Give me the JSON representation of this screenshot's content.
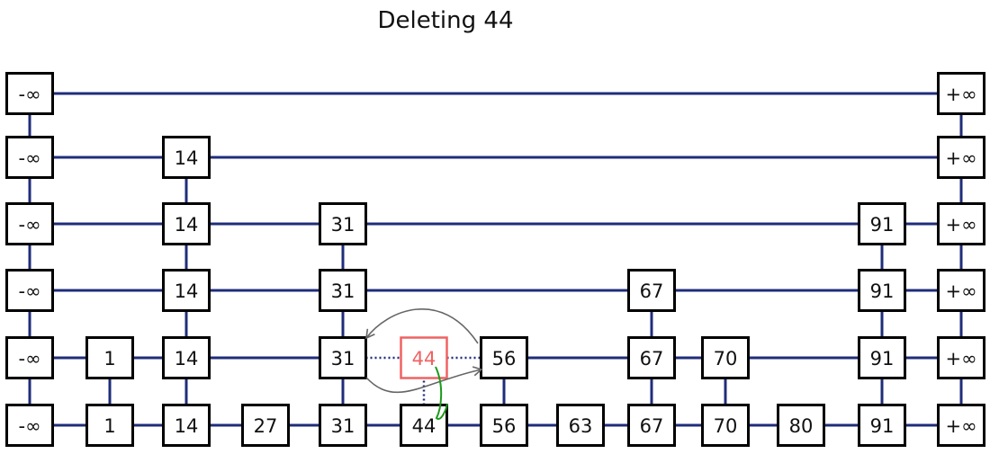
{
  "title": "Deleting 44",
  "colors": {
    "link": "#1f2d7a",
    "box": "#000000",
    "deleted": "#f06262",
    "arrow": "#666666",
    "hook": "#1a9a1a"
  },
  "nodes": [
    {
      "label": "-∞",
      "levels": 6
    },
    {
      "label": "1",
      "levels": 2
    },
    {
      "label": "14",
      "levels": 5
    },
    {
      "label": "27",
      "levels": 1
    },
    {
      "label": "31",
      "levels": 4
    },
    {
      "label": "44",
      "levels": 2,
      "deleted_level": 1
    },
    {
      "label": "56",
      "levels": 2
    },
    {
      "label": "63",
      "levels": 1
    },
    {
      "label": "67",
      "levels": 3
    },
    {
      "label": "70",
      "levels": 2
    },
    {
      "label": "80",
      "levels": 1
    },
    {
      "label": "91",
      "levels": 4
    },
    {
      "label": "+∞",
      "levels": 6
    }
  ]
}
